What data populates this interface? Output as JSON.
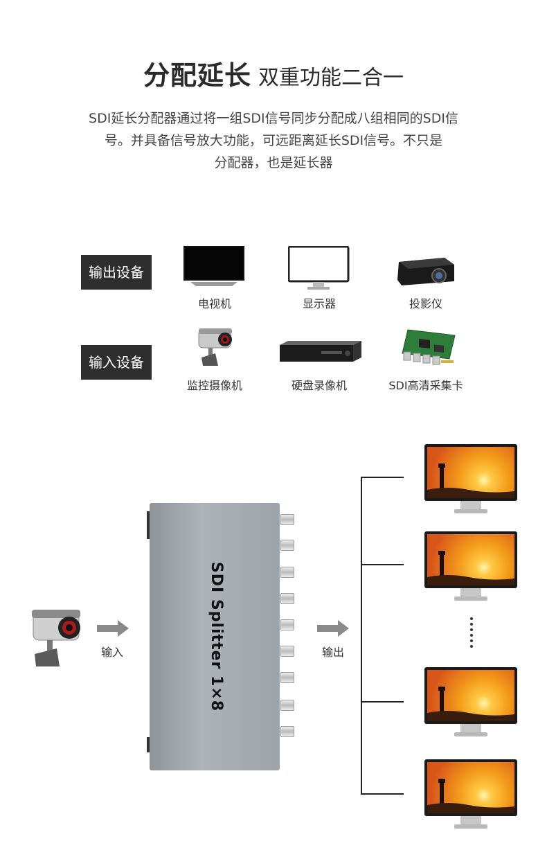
{
  "title": {
    "main": "分配延长",
    "sub": "双重功能二合一"
  },
  "description": [
    "SDI延长分配器通过将一组SDI信号同步分配成八组相同的SDI信",
    "号。并具备信号放大功能，可远距离延长SDI信号。不只是",
    "分配器，也是延长器"
  ],
  "output_devices": {
    "tag": "输出设备",
    "items": [
      "电视机",
      "显示器",
      "投影仪"
    ]
  },
  "input_devices": {
    "tag": "输入设备",
    "items": [
      "监控摄像机",
      "硬盘录像机",
      "SDI高清采集卡"
    ]
  },
  "diagram": {
    "input_label": "输入",
    "output_label": "输出",
    "device_name": "SDI Splitter 1×8"
  }
}
